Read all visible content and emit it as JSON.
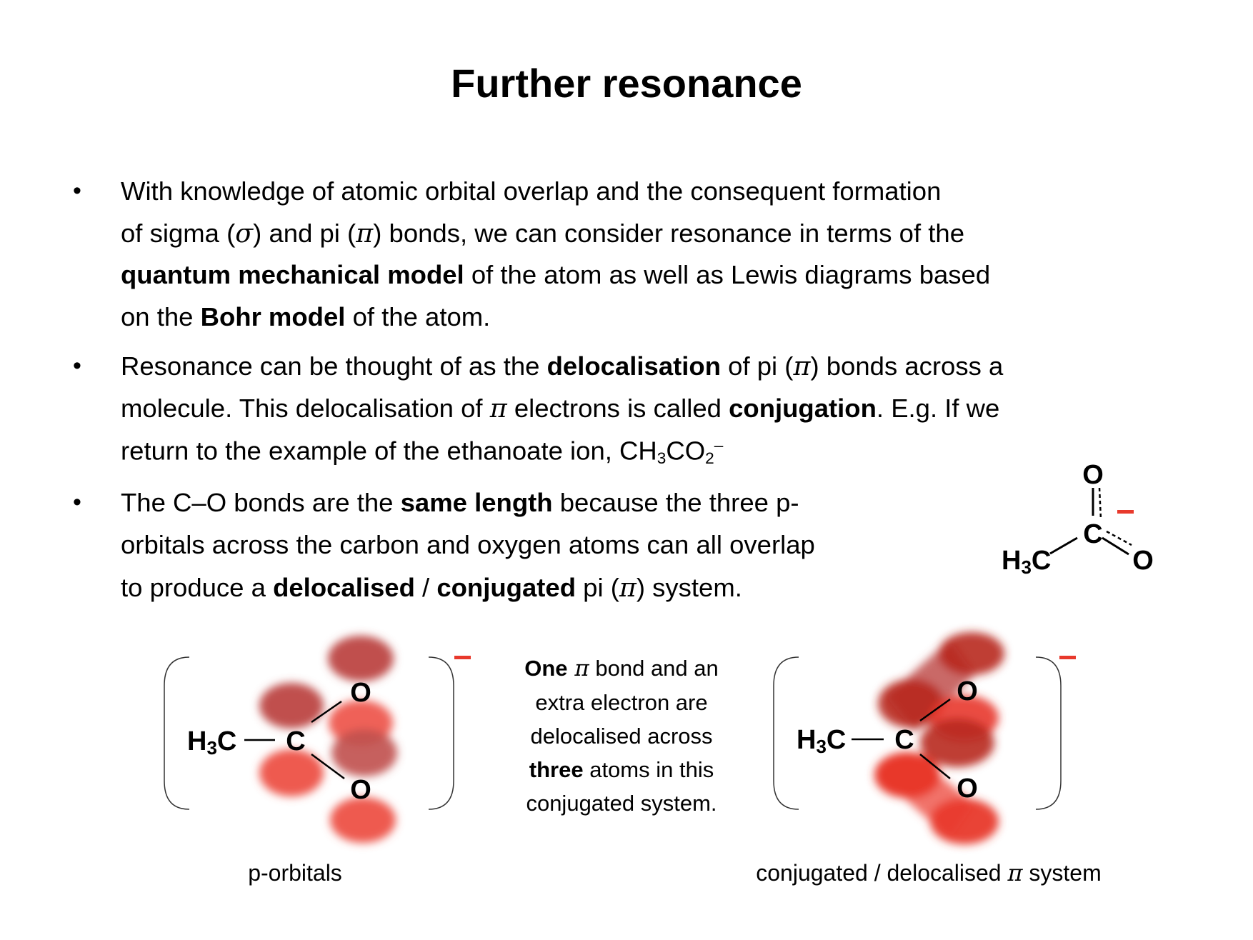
{
  "title": "Further resonance",
  "bullets": [
    {
      "lines": [
        [
          {
            "t": "With knowledge of atomic orbital overlap and the consequent formation"
          }
        ],
        [
          {
            "t": "of sigma ("
          },
          {
            "t": "σ",
            "i": true
          },
          {
            "t": ") and pi ("
          },
          {
            "t": "π",
            "i": true
          },
          {
            "t": ") bonds, we can consider resonance in terms of the"
          }
        ],
        [
          {
            "t": "quantum mechanical model",
            "b": true
          },
          {
            "t": " of the atom as well as Lewis diagrams based"
          }
        ],
        [
          {
            "t": "on the "
          },
          {
            "t": "Bohr model",
            "b": true
          },
          {
            "t": " of the atom."
          }
        ]
      ]
    },
    {
      "lines": [
        [
          {
            "t": "Resonance can be thought of as the "
          },
          {
            "t": "delocalisation",
            "b": true
          },
          {
            "t": " of pi ("
          },
          {
            "t": "π",
            "i": true
          },
          {
            "t": ") bonds across a"
          }
        ],
        [
          {
            "t": "molecule. This delocalisation of "
          },
          {
            "t": "π",
            "i": true
          },
          {
            "t": " electrons is called "
          },
          {
            "t": "conjugation",
            "b": true
          },
          {
            "t": ". E.g. If we"
          }
        ],
        [
          {
            "t": "return to the example of the ethanoate ion, CH"
          },
          {
            "t": "3",
            "sub": true
          },
          {
            "t": "CO"
          },
          {
            "t": "2",
            "sub": true
          },
          {
            "t": "–",
            "sup": true
          }
        ]
      ]
    },
    {
      "lines": [
        [
          {
            "t": "The C–O bonds are the "
          },
          {
            "t": "same length",
            "b": true
          },
          {
            "t": " because the three p-"
          }
        ],
        [
          {
            "t": "orbitals across the carbon and oxygen atoms can all overlap"
          }
        ],
        [
          {
            "t": "to produce a "
          },
          {
            "t": "delocalised",
            "b": true
          },
          {
            "t": " / "
          },
          {
            "t": "conjugated",
            "b": true
          },
          {
            "t": " pi ("
          },
          {
            "t": "π",
            "i": true
          },
          {
            "t": ") system."
          }
        ]
      ]
    }
  ],
  "molecule": {
    "o_top": "O",
    "c": "C",
    "o_right": "O",
    "h3c_h": "H",
    "h3c_3": "3",
    "h3c_c": "C",
    "charge": "–"
  },
  "diagram_left": {
    "h3c_h": "H",
    "h3c_3": "3",
    "h3c_c": "C",
    "c": "C",
    "o_top": "O",
    "o_bottom": "O",
    "caption": "p-orbitals"
  },
  "diagram_right": {
    "h3c_h": "H",
    "h3c_3": "3",
    "h3c_c": "C",
    "c": "C",
    "o_top": "O",
    "o_bottom": "O",
    "caption_text": "conjugated / delocalised ",
    "caption_pi": "π",
    "caption_end": " system"
  },
  "center_text": {
    "l1_bold": "One",
    "l1_pi": " π",
    "l1_rest": " bond and an",
    "l2": "extra electron are",
    "l3": "delocalised across",
    "l4_bold": "three",
    "l4_rest": " atoms in this",
    "l5": "conjugated system."
  },
  "colors": {
    "orbital_dark": "#c0504d",
    "orbital_light": "#ee5a4f",
    "orbital_deep": "#b8281f",
    "orbital_red": "#e8392c",
    "charge": "#e8392c"
  }
}
